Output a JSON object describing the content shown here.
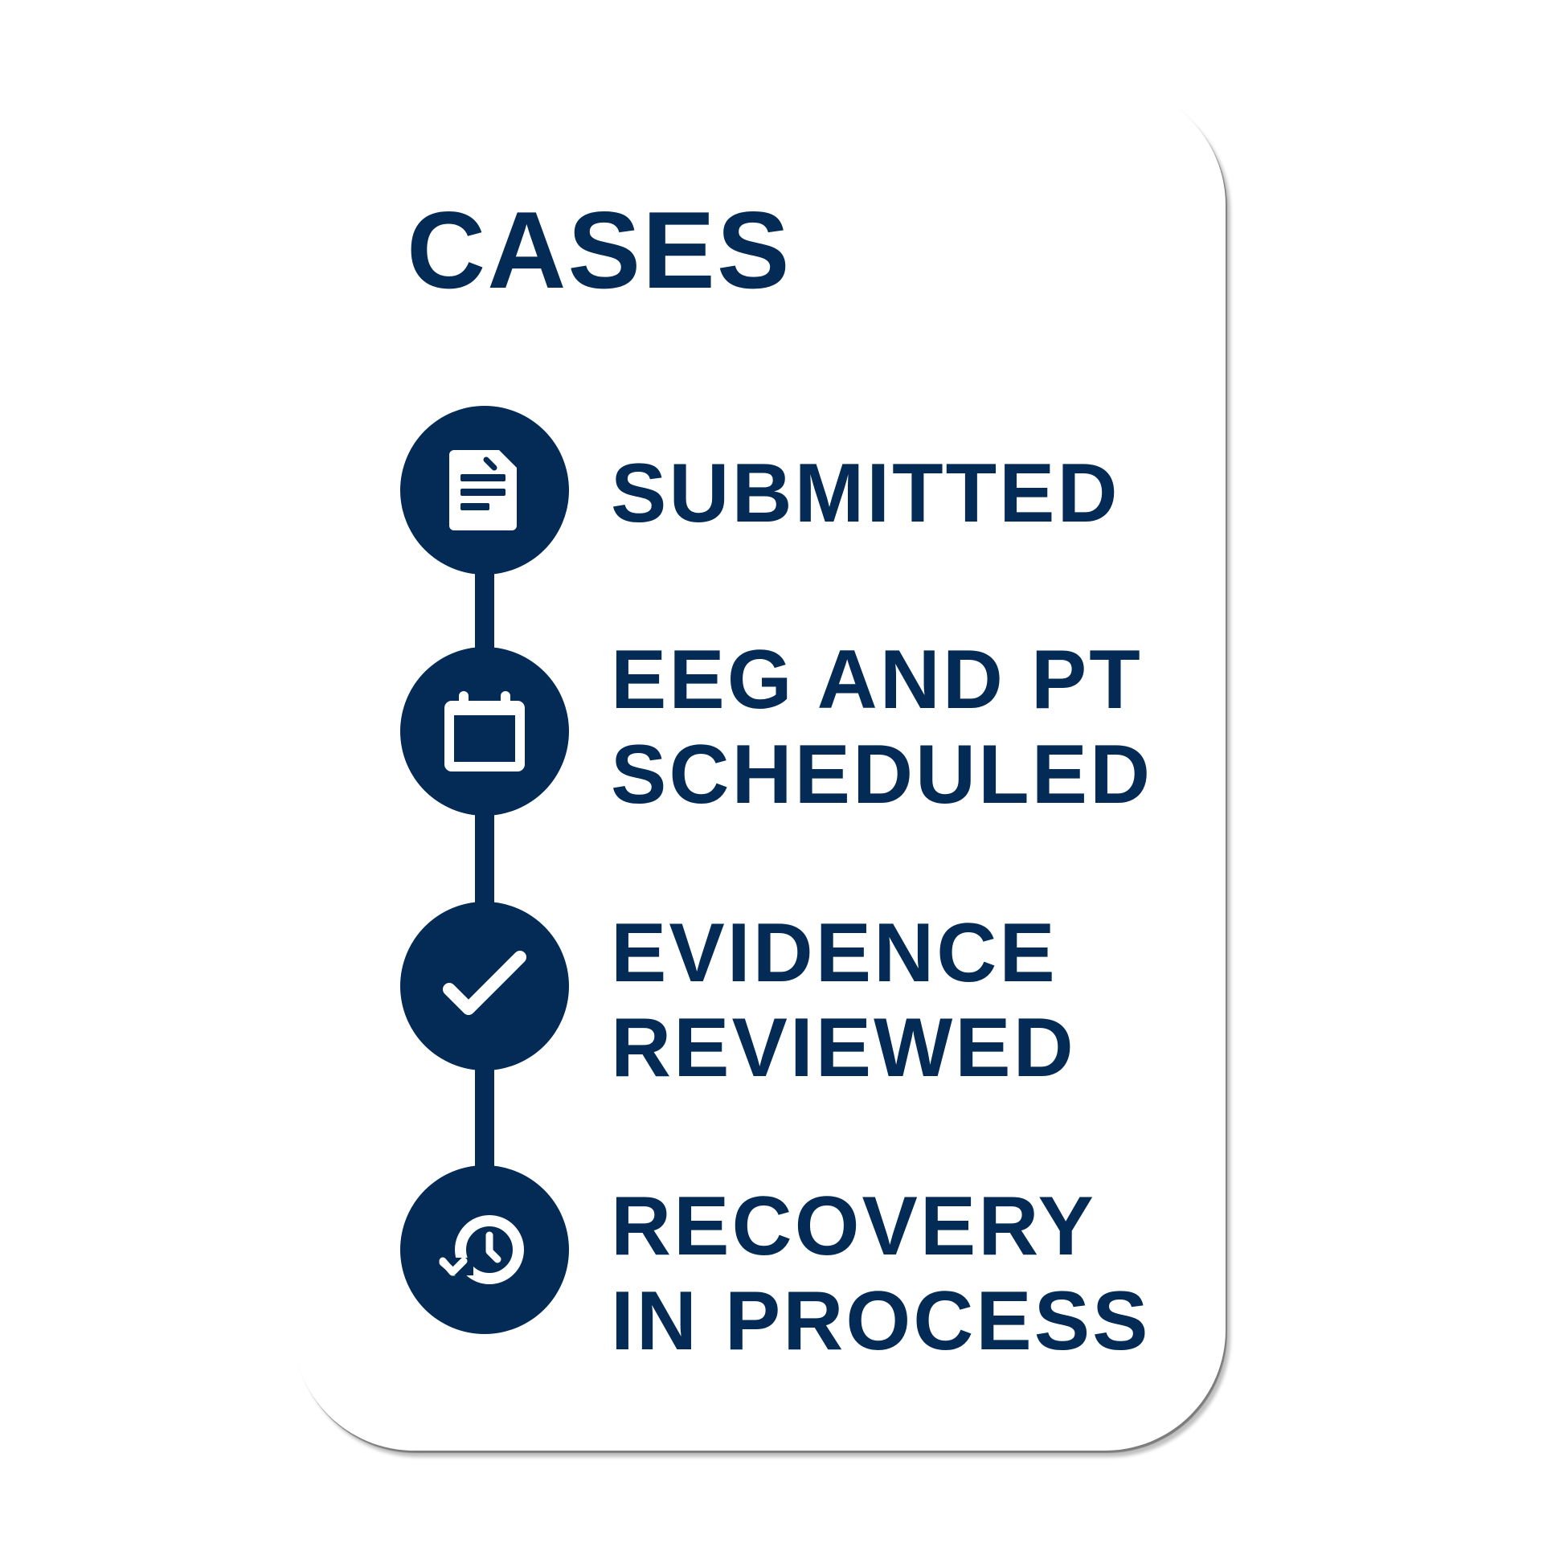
{
  "title": "CASES",
  "colors": {
    "primary": "#032b55",
    "background": "#ffffff"
  },
  "steps": [
    {
      "label": "SUBMITTED",
      "icon": "document-icon"
    },
    {
      "label": "EEG AND PT\nSCHEDULED",
      "icon": "calendar-icon"
    },
    {
      "label": "EVIDENCE\nREVIEWED",
      "icon": "checkmark-icon"
    },
    {
      "label": "RECOVERY\nIN PROCESS",
      "icon": "recovery-clock-icon"
    }
  ]
}
